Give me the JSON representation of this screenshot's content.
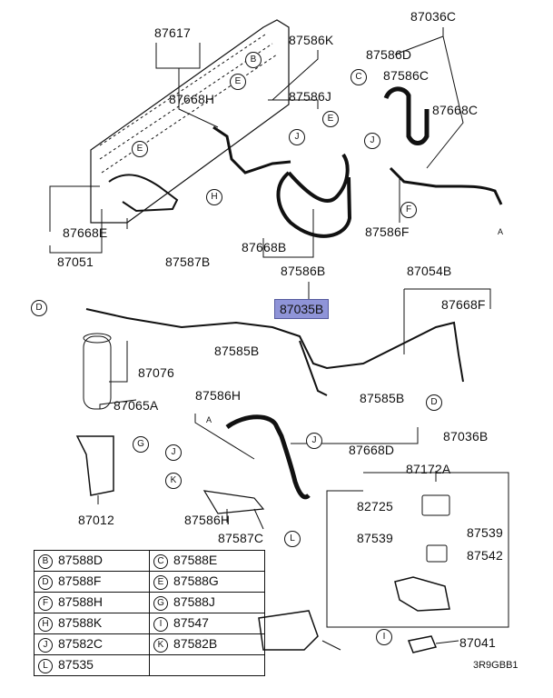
{
  "labels": {
    "p87617": "87617",
    "p87586K": "87586K",
    "p87036C": "87036C",
    "p87586D": "87586D",
    "p87586C": "87586C",
    "p87668C": "87668C",
    "p87668H": "87668H",
    "p87586J": "87586J",
    "p87668E": "87668E",
    "p87051": "87051",
    "p87587B": "87587B",
    "p87668B": "87668B",
    "p87586B": "87586B",
    "p87586F": "87586F",
    "p87054B": "87054B",
    "p87668F": "87668F",
    "p87035B": "87035B",
    "p87585B_1": "87585B",
    "p87076": "87076",
    "p87065A": "87065A",
    "p87585B_2": "87585B",
    "p87586H_1": "87586H",
    "p87036B": "87036B",
    "p87668D": "87668D",
    "p87172A": "87172A",
    "p87012": "87012",
    "p87586H_2": "87586H",
    "p87587C": "87587C",
    "p82725": "82725",
    "p87539_1": "87539",
    "p87539_2": "87539",
    "p87542": "87542",
    "p87041": "87041"
  },
  "callouts": {
    "B": "B",
    "C": "C",
    "D": "D",
    "E": "E",
    "F": "F",
    "G": "G",
    "H": "H",
    "I": "I",
    "J": "J",
    "K": "K",
    "L": "L"
  },
  "legend": [
    [
      {
        "sym": "B",
        "part": "87588D"
      },
      {
        "sym": "C",
        "part": "87588E"
      }
    ],
    [
      {
        "sym": "D",
        "part": "87588F"
      },
      {
        "sym": "E",
        "part": "87588G"
      }
    ],
    [
      {
        "sym": "F",
        "part": "87588H"
      },
      {
        "sym": "G",
        "part": "87588J"
      }
    ],
    [
      {
        "sym": "H",
        "part": "87588K"
      },
      {
        "sym": "I",
        "part": "87547"
      }
    ],
    [
      {
        "sym": "J",
        "part": "87582C"
      },
      {
        "sym": "K",
        "part": "87582B"
      }
    ],
    [
      {
        "sym": "L",
        "part": "87535"
      },
      {
        "sym": "",
        "part": ""
      }
    ]
  ],
  "markers": {
    "a1": "A",
    "a2": "A"
  },
  "diagram_code": "3R9GBB1",
  "colors": {
    "highlight": "#8f94d8",
    "line": "#111111"
  }
}
